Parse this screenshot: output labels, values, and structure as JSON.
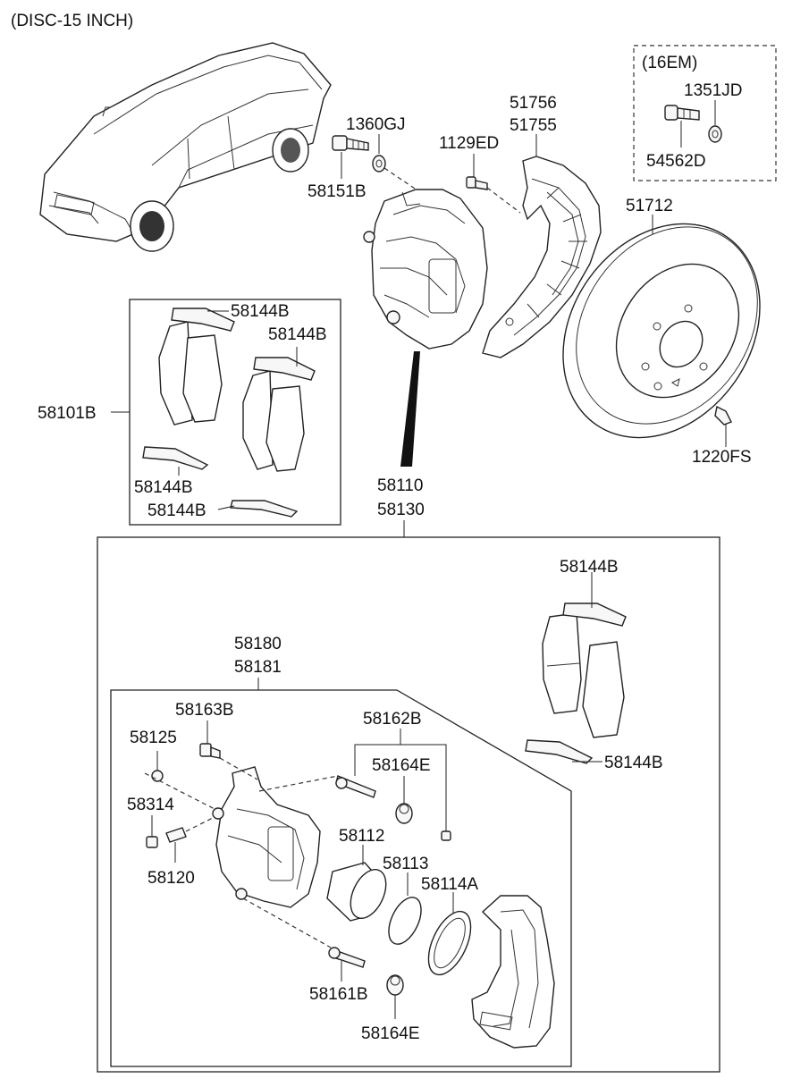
{
  "header": {
    "title": "(DISC-15 INCH)"
  },
  "variant_box": {
    "title": "(16EM)"
  },
  "colors": {
    "line": "#222222",
    "background": "#ffffff",
    "part_fill": "#f7f7f7"
  },
  "labels": {
    "p1360GJ": "1360GJ",
    "p58151B": "58151B",
    "p1129ED": "1129ED",
    "p51756": "51756",
    "p51755": "51755",
    "p1351JD": "1351JD",
    "p54562D": "54562D",
    "p51712": "51712",
    "p1220FS": "1220FS",
    "p58144B_pad1": "58144B",
    "p58144B_pad2": "58144B",
    "p58101B": "58101B",
    "p58144B_pad3": "58144B",
    "p58144B_pad4": "58144B",
    "p58110": "58110",
    "p58130": "58130",
    "p58144B_asm1": "58144B",
    "p58144B_asm2": "58144B",
    "p58180": "58180",
    "p58181": "58181",
    "p58163B": "58163B",
    "p58125": "58125",
    "p58314": "58314",
    "p58120": "58120",
    "p58162B": "58162B",
    "p58164E_1": "58164E",
    "p58112": "58112",
    "p58113": "58113",
    "p58114A": "58114A",
    "p58161B": "58161B",
    "p58164E_2": "58164E"
  }
}
